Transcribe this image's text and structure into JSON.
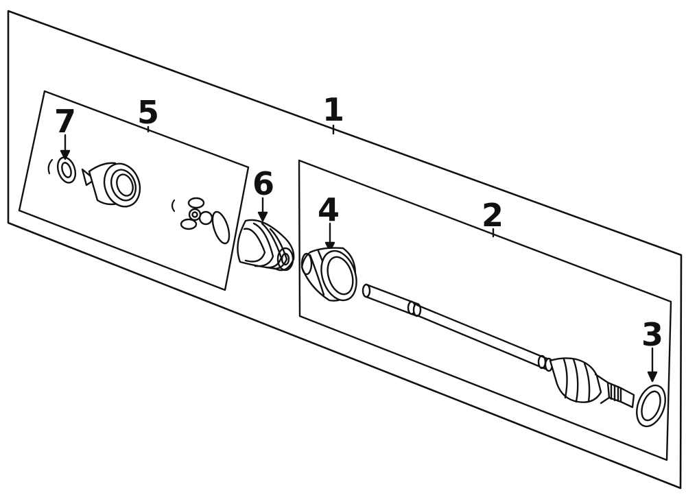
{
  "callouts": {
    "c1": "1",
    "c2": "2",
    "c3": "3",
    "c4": "4",
    "c5": "5",
    "c6": "6",
    "c7": "7"
  },
  "colors": {
    "ink": "#111111",
    "background": "#ffffff"
  }
}
